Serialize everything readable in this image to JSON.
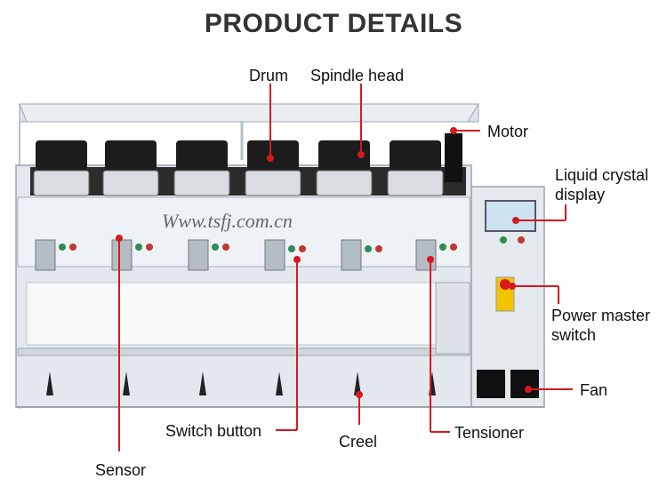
{
  "title": "PRODUCT DETAILS",
  "panel_url": "Www.tsfj.com.cn",
  "callouts": {
    "drum": "Drum",
    "spindle_head": "Spindle head",
    "motor": "Motor",
    "lcd_line1": "Liquid crystal",
    "lcd_line2": "display",
    "power_line1": "Power master",
    "power_line2": "switch",
    "fan": "Fan",
    "switch_button": "Switch button",
    "creel": "Creel",
    "tensioner": "Tensioner",
    "sensor": "Sensor"
  },
  "colors": {
    "leader": "#d71920",
    "machine_body": "#e3e8ee",
    "machine_edge": "#9aa4ae",
    "spindle": "#1c1c1c"
  }
}
